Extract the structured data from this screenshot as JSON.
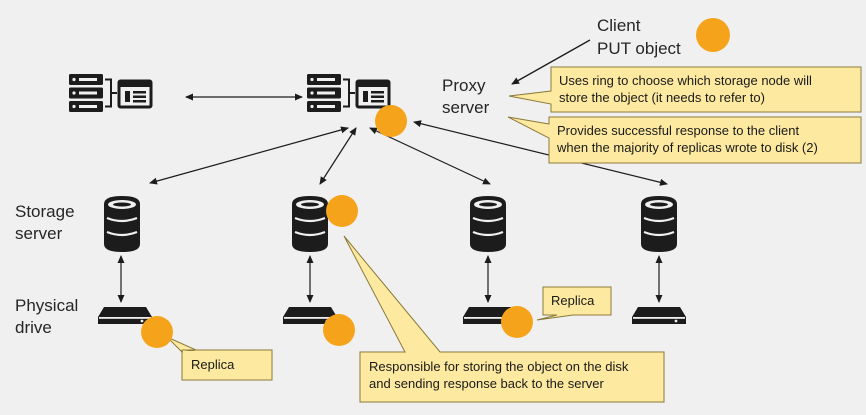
{
  "labels": {
    "client_title": "Client\nPUT object",
    "proxy_server": "Proxy\nserver",
    "storage_server": "Storage\nserver",
    "physical_drive": "Physical\ndrive"
  },
  "callouts": {
    "ring": "Uses ring to choose which storage node will\nstore the object (it needs to refer to)",
    "response": "Provides successful response to the client\nwhen the majority of replicas wrote to disk (2)",
    "responsible": "Responsible for storing the object on the disk\nand sending response back to the server",
    "replica_left": "Replica",
    "replica_right": "Replica"
  },
  "colors": {
    "background": "#f0f0f0",
    "object_dot": "#f5a31a",
    "callout_fill": "#fdeaa0",
    "callout_stroke": "#8a7a3a",
    "icon": "#1c1c1c",
    "arrow": "#1c1c1c"
  },
  "icons": {
    "proxy_node": "server-rack-with-browser-window-icon",
    "storage_node": "database-cylinder-icon",
    "drive": "hard-drive-icon",
    "object": "object-dot"
  }
}
